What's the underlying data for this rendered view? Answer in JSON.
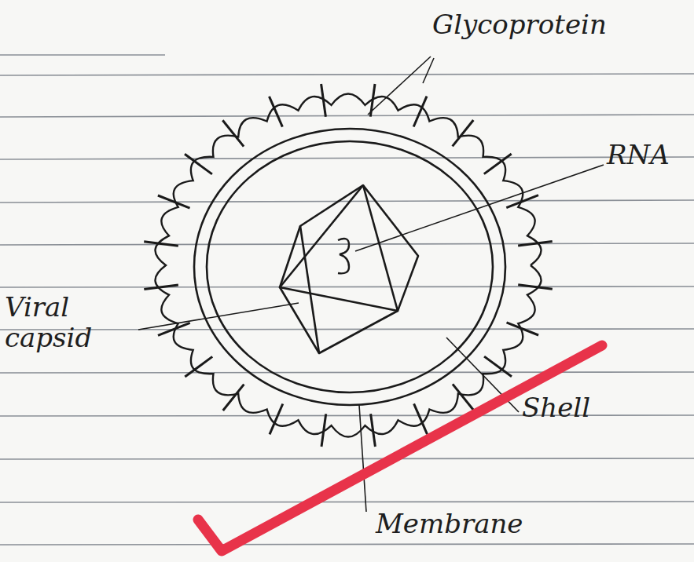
{
  "diagram": {
    "labels": [
      "Glycoprotein",
      "RNA",
      "Viral capsid",
      "Shell",
      "Membrane"
    ]
  }
}
